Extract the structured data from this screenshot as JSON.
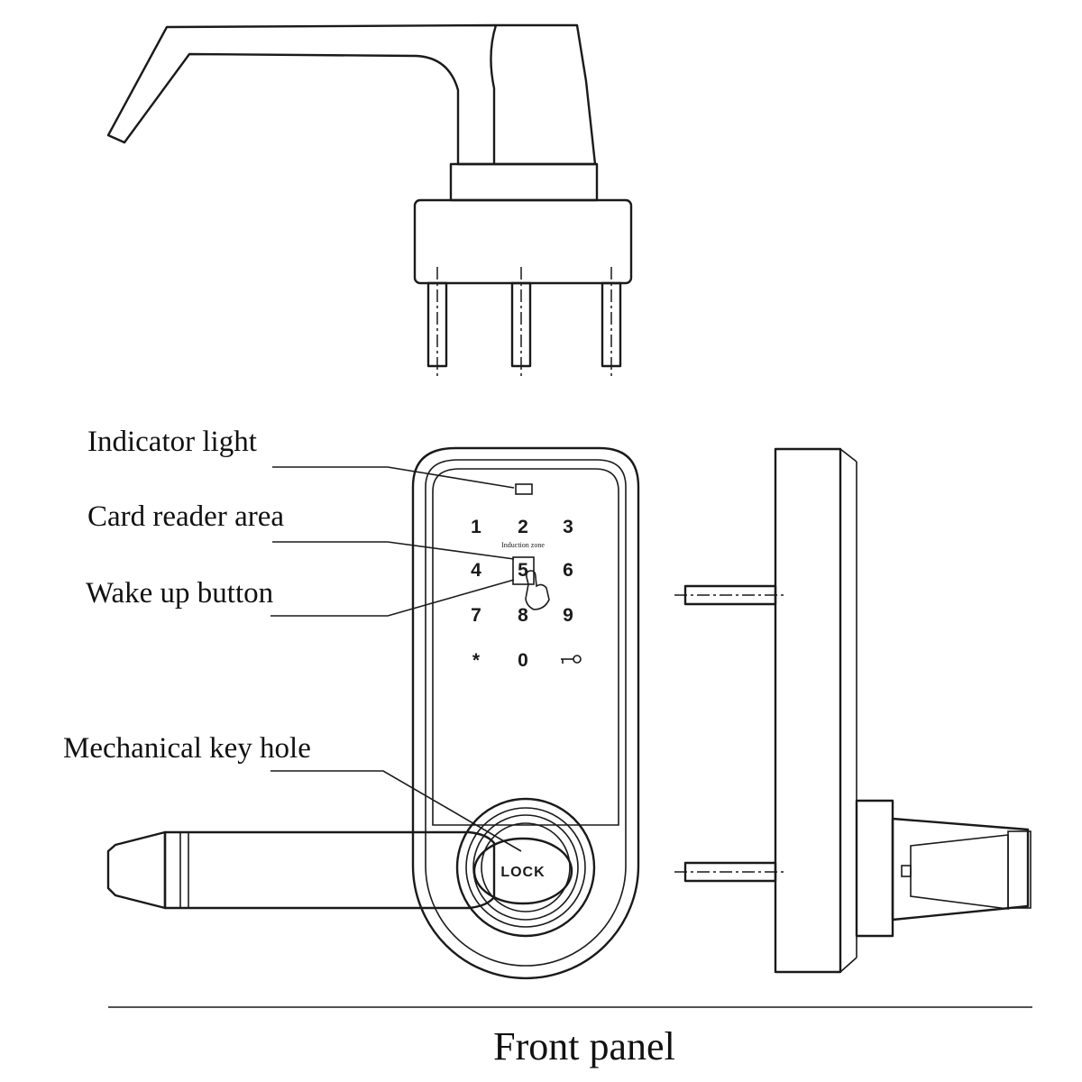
{
  "callouts": {
    "indicator_light": "Indicator light",
    "card_reader_area": "Card reader area",
    "wake_up_button": "Wake up button",
    "mechanical_key_hole": "Mechanical key hole"
  },
  "keypad": {
    "keys": [
      "1",
      "2",
      "3",
      "4",
      "5",
      "6",
      "7",
      "8",
      "9",
      "*",
      "0"
    ],
    "key_symbol_icon": "key-icon",
    "induction_zone_label": "Induction zone"
  },
  "lock_label": "LOCK",
  "caption": "Front panel"
}
